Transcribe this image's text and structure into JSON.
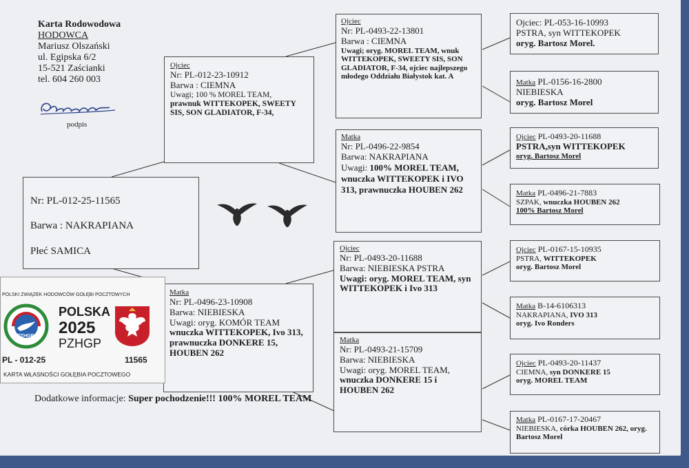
{
  "header": {
    "title": "Karta Rodowodowa",
    "hodowca_label": "HODOWCA",
    "name": "Mariusz Olszański",
    "street": "ul. Egipska 6/2",
    "city": "15-521 Zaścianki",
    "phone": "tel. 604 260 003",
    "signature_caption": "podpis"
  },
  "pigeon": {
    "nr": "Nr: PL-012-25-11565",
    "barwa": "Barwa : NAKRAPIANA",
    "plec": "Płeć  SAMICA"
  },
  "father": {
    "role": "Ojciec",
    "nr": "Nr: PL-012-23-10912",
    "barwa": "Barwa : CIEMNA",
    "uwagi_prefix": "Uwagi; 100 % MOREL TEAM,",
    "uwagi_rest": "prawnuk WITTEKOPEK, SWEETY SIS, SON GLADIATOR, F-34,"
  },
  "mother": {
    "role": "Matka",
    "nr": "Nr: PL-0496-23-10908",
    "barwa": "Barwa: NIEBIESKA",
    "uwagi_prefix": "Uwagi: oryg. KOMÓR TEAM",
    "uwagi_rest": "wnuczka WITTEKOPEK, Ivo 313, prawnuczka DONKERE 15, HOUBEN 262"
  },
  "ff": {
    "role": "Ojciec",
    "nr": "Nr: PL-0493-22-13801",
    "barwa": "Barwa : CIEMNA",
    "uwagi": "Uwagi; oryg. MOREL TEAM, wnuk WITTEKOPEK, SWEETY SIS, SON GLADIATOR, F-34, ojciec najlepszego młodego Oddziału Białystok kat. A"
  },
  "fm": {
    "role": "Matka",
    "nr": "Nr: PL-0496-22-9854",
    "barwa": "Barwa: NAKRAPIANA",
    "uwagi_prefix": "Uwagi:",
    "uwagi_rest": "100% MOREL TEAM, wnuczka WITTEKOPEK i IVO 313, prawnuczka HOUBEN 262"
  },
  "mf": {
    "role": "Ojciec",
    "nr": "Nr: PL-0493-20-11688",
    "barwa": "Barwa: NIEBIESKA PSTRA",
    "uwagi": "Uwagi: oryg. MOREL TEAM, syn WITTEKOPEK i Ivo 313"
  },
  "mm": {
    "role": "Matka",
    "nr": "Nr: PL-0493-21-15709",
    "barwa": "Barwa: NIEBIESKA",
    "uwagi_prefix": "Uwagi: oryg. MOREL TEAM,",
    "uwagi_rest": "wnuczka DONKERE 15 i HOUBEN 262"
  },
  "g1": {
    "line1": "Ojciec: PL-053-16-10993",
    "line2": "PSTRA, syn WITTEKOPEK",
    "line3": "oryg. Bartosz Morel."
  },
  "g2": {
    "role": "Matka",
    "nr": " PL-0156-16-2800",
    "line2": "NIEBIESKA",
    "line3": "oryg. Bartosz Morel"
  },
  "g3": {
    "role": "Ojciec",
    "nr": "  PL-0493-20-11688",
    "line2": "PSTRA,syn WITTEKOPEK",
    "line3": "oryg. Bartosz Morel"
  },
  "g4": {
    "role": "Matka",
    "nr": " PL-0496-21-7883",
    "line2a": "SZPAK, ",
    "line2b": "wnuczka HOUBEN 262",
    "line3": "100% Bartosz Morel"
  },
  "g5": {
    "role": "Ojciec",
    "nr": "  PL-0167-15-10935",
    "line2a": "PSTRA, ",
    "line2b": "WITTEKOPEK",
    "line3": "oryg. Bartosz Morel"
  },
  "g6": {
    "role": "Matka",
    "nr": " B-14-6106313",
    "line2a": "NAKRAPIANA, ",
    "line2b": "IVO 313",
    "line3": "oryg. Ivo Ronders"
  },
  "g7": {
    "role": "Ojciec",
    "nr": "  PL-0493-20-11437",
    "line2a": "CIEMNA, ",
    "line2b": "syn DONKERE 15",
    "line3": "oryg. MOREL TEAM"
  },
  "g8": {
    "role": "Matka",
    "nr": " PL-0167-17-20467",
    "line2a": "NIEBIESKA, ",
    "line2b": "córka  HOUBEN 262, oryg. Bartosz Morel"
  },
  "extra": {
    "label": "Dodatkowe informacje: ",
    "text": "Super pochodzenie!!! 100% MOREL TEAM"
  },
  "ownership_card": {
    "org": "POLSKI ZWIĄZEK HODOWCÓW GOŁĘBI POCZTOWYCH",
    "country": "POLSKA",
    "year": "2025",
    "abbr": "PZHGP",
    "logo_text": "PZHGP",
    "ring_left": "PL - 012-25",
    "ring_right": "11565",
    "footer": "KARTA  WŁASNOŚCI GOŁĘBIA POCZTOWEGO"
  },
  "colors": {
    "paper": "#eeeff3",
    "background": "#3f5a8a",
    "card_red": "#c8202a",
    "card_green": "#2e8b3a"
  },
  "icons": [
    "pigeon-silhouette",
    "polish-eagle-emblem",
    "pzhgp-logo"
  ]
}
